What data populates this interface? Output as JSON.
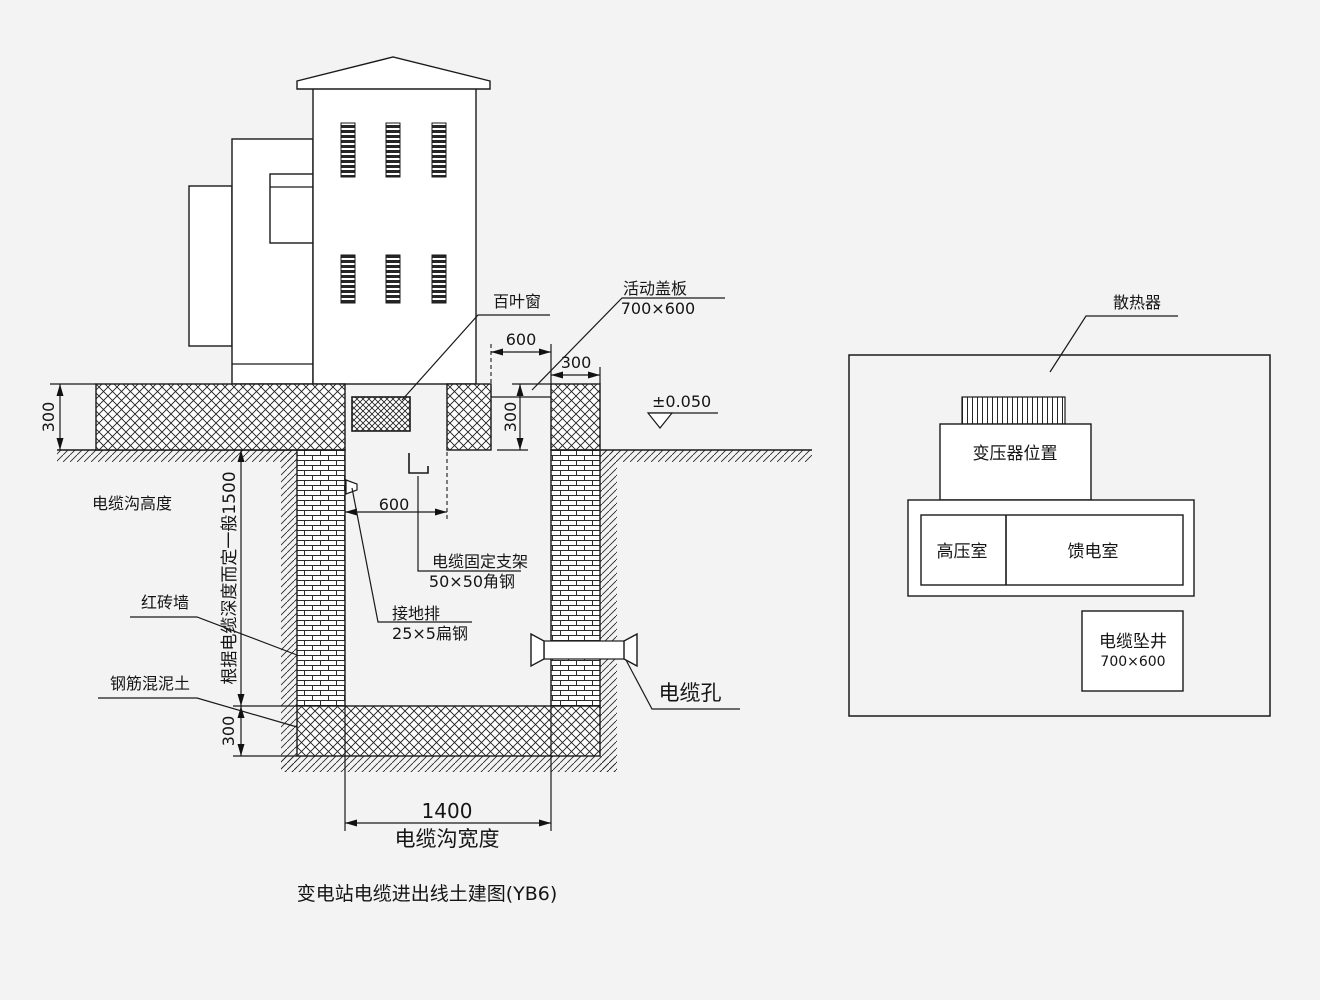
{
  "title": "变电站电缆进出线土建图(YB6)",
  "section": {
    "louver": "百叶窗",
    "cover_name": "活动盖板",
    "cover_size": "700×600",
    "dim_cover_width": "600",
    "dim_wall_top": "300",
    "elevation": "±0.050",
    "dim_found_left": "300",
    "dim_found_cover": "300",
    "trench_height_label": "电缆沟高度",
    "trench_depth_note": "根据电缆深度而定一般1500",
    "dim_inner": "600",
    "bracket_name": "电缆固定支架",
    "bracket_spec": "50×50角钢",
    "ground_bar_name": "接地排",
    "ground_bar_spec": "25×5扁钢",
    "brick_wall": "红砖墙",
    "concrete": "钢筋混泥土",
    "cable_hole": "电缆孔",
    "dim_slab": "300",
    "dim_width": "1400",
    "trench_width_label": "电缆沟宽度"
  },
  "plan": {
    "radiator": "散热器",
    "transformer": "变压器位置",
    "hv_room": "高压室",
    "feeder_room": "馈电室",
    "cable_pit_name": "电缆坠井",
    "cable_pit_size": "700×600"
  }
}
